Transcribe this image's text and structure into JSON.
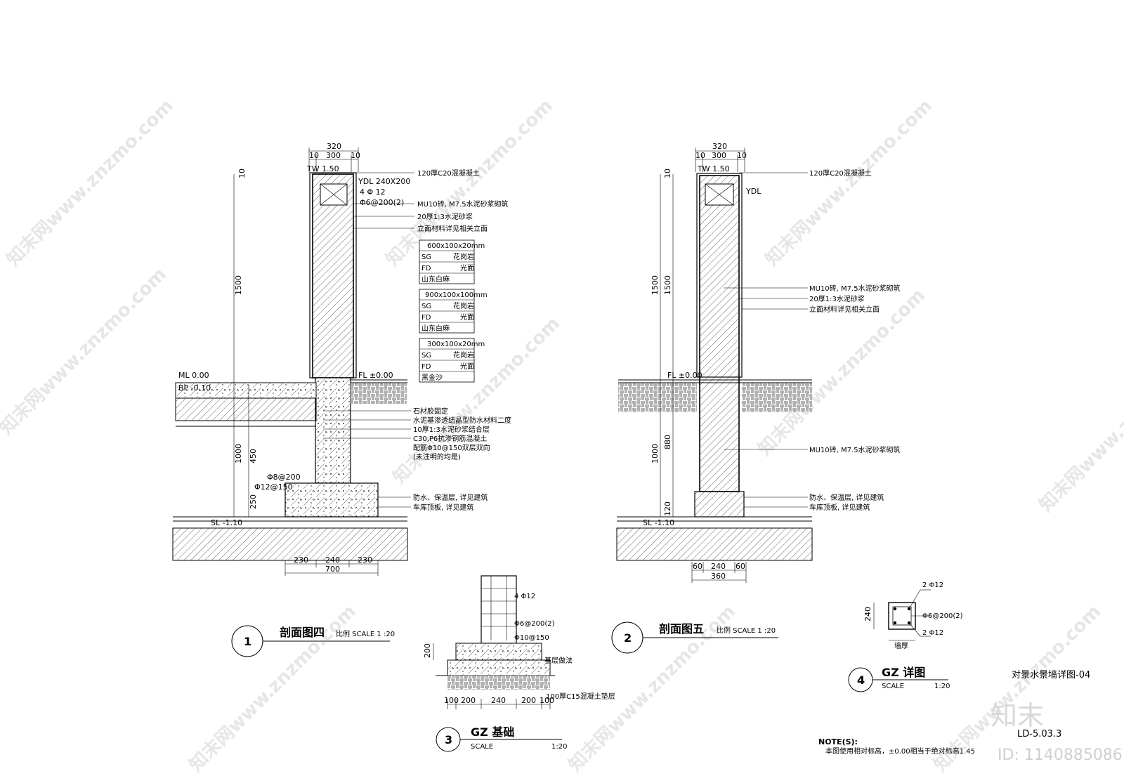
{
  "sheet": {
    "drawing_title": "对景水景墙详图-04",
    "drawing_no": "LD-5.03.3",
    "note_heading": "NOTE(S):",
    "note_text": "本图使用相对标高，±0.00相当于绝对标高1.45"
  },
  "branding": {
    "logo_text": "知末",
    "id_text": "ID: 1140885086",
    "watermark": "知末网www.znzmo.com"
  },
  "section4": {
    "number": "1",
    "title": "剖面图四",
    "scale": "比例 SCALE 1 :20",
    "top_dims": [
      "320",
      "10",
      "300",
      "10"
    ],
    "left_dims": [
      "10",
      "1500",
      "1000",
      "450",
      "250"
    ],
    "tw": "TW 1.50",
    "fl": "FL ±0.00",
    "ml": "ML 0.00",
    "bp": "BP -0.10",
    "sl": "SL -1.10",
    "ydl": "YDL  240X200",
    "rebar1": "4 Φ 12",
    "rebar2": "Φ6@200(2)",
    "rebar3": "Φ8@200",
    "rebar4": "Φ12@150",
    "bottom_dims": [
      "230",
      "240",
      "230",
      "700"
    ],
    "notes": [
      "120厚C20混凝凝土",
      "MU10砖, M7.5水泥砂浆砌筑",
      "20厚1:3水泥砂浆",
      "立面材料详见相关立面"
    ],
    "lower_notes": [
      "石材胶固定",
      "水泥基渗透结晶型防水材料二度",
      "10厚1:3水泥砂浆结合层",
      "C30,P6抗渗钢筋混凝土",
      "配筋Φ10@150双层双向",
      "(未注明的均是)",
      "防水、保温层, 详见建筑",
      "车库顶板, 详见建筑"
    ],
    "material_tables": [
      {
        "header": "600x100x20mm",
        "rows": [
          [
            "SG",
            "花岗岩"
          ],
          [
            "FD",
            "光面"
          ],
          [
            "山东白麻",
            ""
          ]
        ]
      },
      {
        "header": "900x100x100mm",
        "rows": [
          [
            "SG",
            "花岗岩"
          ],
          [
            "FD",
            "光面"
          ],
          [
            "山东白麻",
            ""
          ]
        ]
      },
      {
        "header": "300x100x20mm",
        "rows": [
          [
            "SG",
            "花岗岩"
          ],
          [
            "FD",
            "光面"
          ],
          [
            "黑金沙",
            ""
          ]
        ]
      }
    ]
  },
  "section5": {
    "number": "2",
    "title": "剖面图五",
    "scale": "比例 SCALE 1 :20",
    "top_dims": [
      "320",
      "10",
      "300",
      "10"
    ],
    "left_dims": [
      "10",
      "1500",
      "1500",
      "1000",
      "880",
      "120"
    ],
    "tw": "TW 1.50",
    "fl": "FL ±0.00",
    "sl": "SL -1.10",
    "ydl": "YDL",
    "notes": [
      "120厚C20混凝凝土",
      "MU10砖, M7.5水泥砂浆砌筑",
      "20厚1:3水泥砂浆",
      "立面材料详见相关立面",
      "MU10砖, M7.5水泥砂浆砌筑",
      "防水、保温层, 详见建筑",
      "车库顶板, 详见建筑"
    ],
    "bottom_dims": [
      "60",
      "240",
      "60",
      "360"
    ]
  },
  "gz_base": {
    "number": "3",
    "title": "GZ 基础",
    "scale_label": "SCALE",
    "scale_value": "1:20",
    "labels": [
      "4 Φ12",
      "Φ6@200(2)",
      "Φ10@150",
      "基层做法",
      "100厚C15混凝土垫层"
    ],
    "left_dim": "200",
    "bottom_dims": [
      "100",
      "200",
      "240",
      "200",
      "100"
    ]
  },
  "gz_detail": {
    "number": "4",
    "title": "GZ 详图",
    "scale_label": "SCALE",
    "scale_value": "1:20",
    "labels": [
      "2 Φ12",
      "Φ6@200(2)",
      "2 Φ12"
    ],
    "left_dim": "240",
    "bottom_label": "墙厚"
  }
}
